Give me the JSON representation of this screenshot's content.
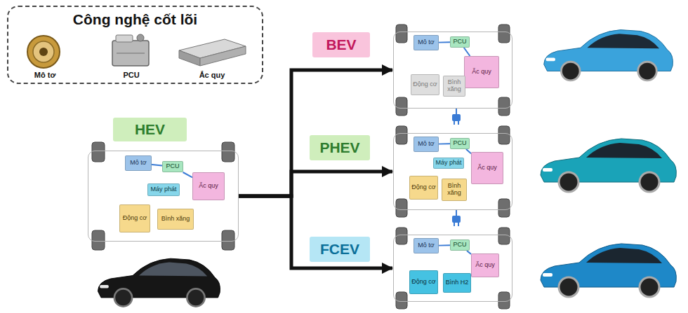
{
  "diagram": {
    "nodes": [
      {
        "text": [
          "Công nghệ cốt lõi",
          "Mô tơ",
          "PCU",
          "Ắc quy"
        ]
      },
      {
        "text": [
          "HEV"
        ]
      },
      {
        "text": [
          "Mô tơ"
        ],
        "in": 1
      },
      {
        "text": [
          "PCU"
        ],
        "in": 1
      },
      {
        "text": [
          "Máy phát"
        ],
        "in": 1
      },
      {
        "text": [
          "Ắc quy"
        ],
        "in": 1
      },
      {
        "text": [
          "Động cơ"
        ],
        "in": 1
      },
      {
        "text": [
          "Bình xăng"
        ],
        "in": 1
      },
      {
        "text": [
          "BEV"
        ]
      },
      {
        "text": [
          "Mô tơ"
        ],
        "in": 8
      },
      {
        "text": [
          "PCU"
        ],
        "in": 8
      },
      {
        "text": [
          "Ắc quy"
        ],
        "in": 8
      },
      {
        "text": [
          "Động cơ"
        ],
        "in": 8
      },
      {
        "text": [
          "Bình xăng"
        ],
        "in": 8
      },
      {
        "text": [
          "PHEV"
        ]
      },
      {
        "text": [
          "Mô tơ"
        ],
        "in": 14
      },
      {
        "text": [
          "PCU"
        ],
        "in": 14
      },
      {
        "text": [
          "Máy phát"
        ],
        "in": 14
      },
      {
        "text": [
          "Ắc quy"
        ],
        "in": 14
      },
      {
        "text": [
          "Động cơ"
        ],
        "in": 14
      },
      {
        "text": [
          "Bình xăng"
        ],
        "in": 14
      },
      {
        "text": [
          "FCEV"
        ]
      },
      {
        "text": [
          "Mô tơ"
        ],
        "in": 21
      },
      {
        "text": [
          "PCU"
        ],
        "in": 21
      },
      {
        "text": [
          "Ắc quy"
        ],
        "in": 21
      },
      {
        "text": [
          "Động cơ"
        ],
        "in": 21
      },
      {
        "text": [
          "Bình H2"
        ],
        "in": 21
      }
    ],
    "edges": [
      {
        "from": 1,
        "to": 8,
        "arrow": "to"
      },
      {
        "from": 1,
        "to": 14,
        "arrow": "to"
      },
      {
        "from": 1,
        "to": 21,
        "arrow": "to"
      },
      {
        "from": 2,
        "to": 3,
        "arrow": "none"
      },
      {
        "from": 3,
        "to": 5,
        "arrow": "none"
      },
      {
        "from": 9,
        "to": 10,
        "arrow": "none"
      },
      {
        "from": 10,
        "to": 11,
        "arrow": "none"
      },
      {
        "from": 15,
        "to": 16,
        "arrow": "none"
      },
      {
        "from": 16,
        "to": 18,
        "arrow": "none"
      },
      {
        "from": 22,
        "to": 23,
        "arrow": "none"
      },
      {
        "from": 23,
        "to": 24,
        "arrow": "none"
      }
    ]
  }
}
